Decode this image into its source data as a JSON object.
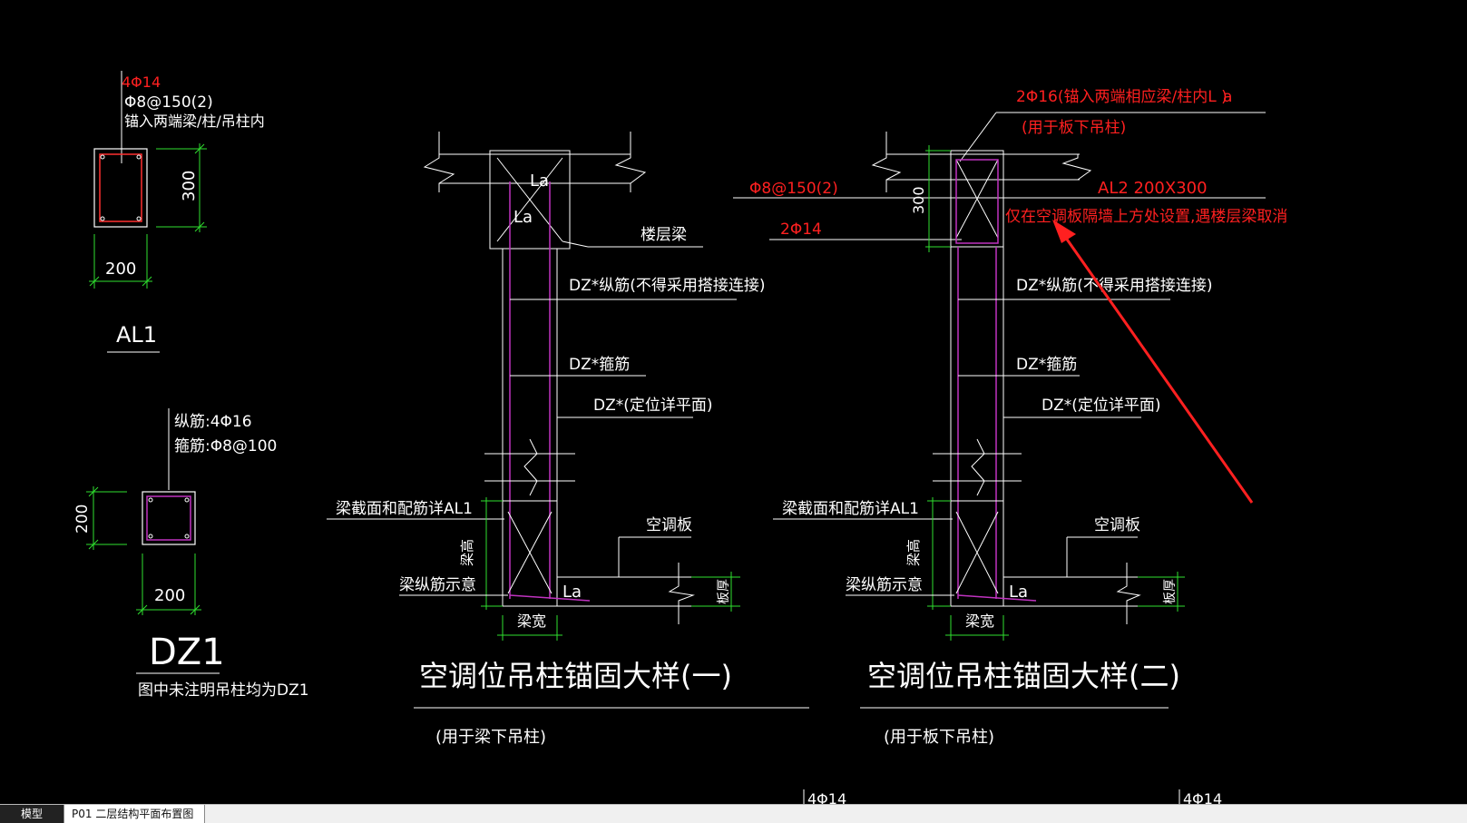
{
  "tabs": [
    {
      "label": "模型"
    },
    {
      "label": "P01 二层结构平面布置图"
    }
  ],
  "colors": {
    "background": "#000000",
    "line": "#ffffff",
    "dimension": "#2fe02f",
    "rebar": "#c033c0",
    "annotation": "#ff2020"
  },
  "al1": {
    "bars": "4Φ14",
    "stirrup": "Φ8@150(2)",
    "anchor": "锚入两端梁/柱/吊柱内",
    "height": "300",
    "width": "200",
    "name": "AL1"
  },
  "dz1": {
    "long_bars": "纵筋:4Φ16",
    "stirrup": "箍筋:Φ8@100",
    "height": "200",
    "width": "200",
    "name": "DZ1",
    "note": "图中未注明吊柱均为DZ1"
  },
  "detail1": {
    "la1": "La",
    "la2": "La",
    "floor_beam": "楼层梁",
    "longitudinal": "DZ*纵筋(不得采用搭接连接)",
    "stirrup": "DZ*箍筋",
    "position": "DZ*(定位详平面)",
    "beam_section": "梁截面和配筋详AL1",
    "beam_height": "梁高",
    "beam_bars": "梁纵筋示意",
    "la3": "La",
    "ac_panel": "空调板",
    "panel_thk": "板厚",
    "beam_width": "梁宽",
    "title": "空调位吊柱锚固大样(一)",
    "subtitle": "(用于梁下吊柱)"
  },
  "detail2": {
    "top_bars": "2Φ16(锚入两端相应梁/柱内L )",
    "top_a": "a",
    "top_sub": "(用于板下吊柱)",
    "stirrup_spec": "Φ8@150(2)",
    "beam_label": "AL2 200X300",
    "condition": "仅在空调板隔墙上方处设置,遇楼层梁取消",
    "bottom_bars": "2Φ14",
    "dim300": "300",
    "longitudinal": "DZ*纵筋(不得采用搭接连接)",
    "stirrup": "DZ*箍筋",
    "position": "DZ*(定位详平面)",
    "beam_section": "梁截面和配筋详AL1",
    "beam_height": "梁高",
    "beam_bars": "梁纵筋示意",
    "la": "La",
    "ac_panel": "空调板",
    "panel_thk": "板厚",
    "beam_width": "梁宽",
    "title": "空调位吊柱锚固大样(二)",
    "subtitle": "(用于板下吊柱)"
  },
  "bottom_cut": {
    "left": "4Φ14",
    "right": "4Φ14"
  }
}
